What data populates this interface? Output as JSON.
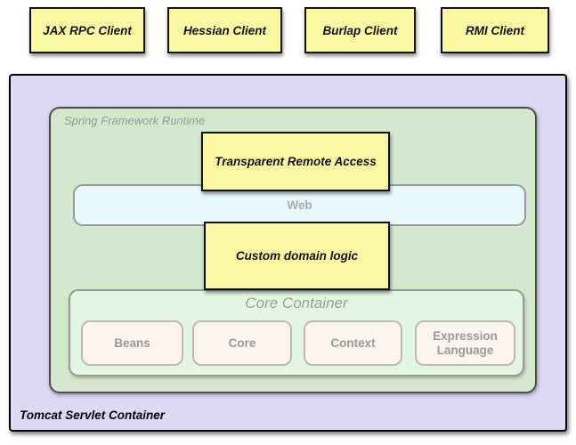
{
  "diagram": {
    "clients": [
      {
        "label": "JAX RPC Client"
      },
      {
        "label": "Hessian Client"
      },
      {
        "label": "Burlap Client"
      },
      {
        "label": "RMI Client"
      }
    ],
    "tomcat": {
      "label": "Tomcat Servlet Container"
    },
    "spring_runtime": {
      "label": "Spring Framework Runtime"
    },
    "transparent_remote_access": {
      "label": "Transparent Remote Access"
    },
    "web": {
      "label": "Web"
    },
    "custom_domain_logic": {
      "label": "Custom domain logic"
    },
    "core_container": {
      "label": "Core Container",
      "modules": [
        {
          "label": "Beans"
        },
        {
          "label": "Core"
        },
        {
          "label": "Context"
        },
        {
          "label": "Expression Language"
        }
      ]
    },
    "colors": {
      "client_fill": "#FBF8A2",
      "tomcat_fill": "#DDD9F5",
      "runtime_fill": "#D3E8CD",
      "web_fill": "#E9FAFE",
      "core_fill": "#E1F7E4",
      "module_fill": "#FCF4EE",
      "border_black": "#101010",
      "border_gray": "#9a9a9a",
      "gray_text": "#999999"
    }
  }
}
